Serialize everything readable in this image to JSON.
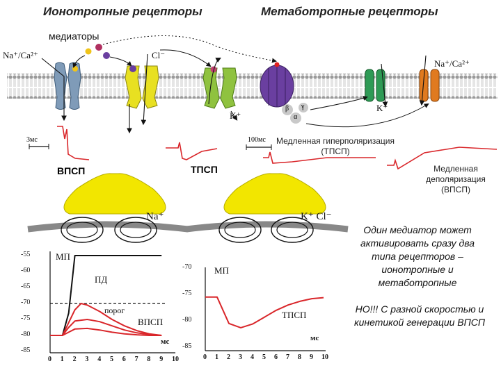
{
  "titles": {
    "ionotropic": "Ионотропные рецепторы",
    "metabotropic": "Метаботропные рецепторы"
  },
  "labels": {
    "mediators": "медиаторы",
    "na_ca_left": "Na⁺/Ca²⁺",
    "cl_top": "Cl⁻",
    "na_ca_right": "Na⁺/Ca²⁺",
    "k_mid": "K⁺",
    "k_right": "K⁺",
    "beta": "β",
    "gamma": "γ",
    "alpha": "α",
    "scale_3ms": "3мс",
    "scale_100ms": "100мс",
    "slow_hyper": "Медленная гиперполяризация (ТПСП)",
    "slow_depol": "Медленная деполяризация (ВПСП)",
    "epsp": "ВПСП",
    "ipsp": "ТПСП",
    "na_syn": "Na⁺",
    "k_cl_syn": "K⁺ Cl⁻"
  },
  "side_text": {
    "p1": "Один медиатор может активировать сразу два типа рецепторов – ионотропные и метаботропные",
    "p2": "НО!!! С разной скоростью и кинетикой генерации ВПСП"
  },
  "colors": {
    "red": "#d9262a",
    "receptor_blue": "#7f9bb8",
    "receptor_yellow": "#e8e021",
    "receptor_green": "#8fc23f",
    "receptor_purple": "#6a3fa0",
    "green_channel": "#2e9a55",
    "orange_channel": "#e07a1f",
    "membrane": "#8f8f8f"
  },
  "chart_data": [
    {
      "type": "line",
      "title": "",
      "xlabel": "мс",
      "ylabel": "",
      "x_ticks": [
        0,
        1,
        2,
        3,
        4,
        5,
        6,
        7,
        8,
        9,
        10
      ],
      "y_ticks": [
        -55,
        -60,
        -65,
        -70,
        -75,
        -80,
        -85
      ],
      "xlim": [
        0,
        10
      ],
      "ylim": [
        -85,
        -55
      ],
      "annotations": {
        "resting": "МП",
        "ap": "ПД",
        "threshold": "порог",
        "epsp": "ВПСП"
      },
      "threshold_value": -70,
      "series": [
        {
          "x": [
            0,
            1,
            1.5,
            2,
            3,
            4,
            5,
            6,
            7,
            8,
            9
          ],
          "y": [
            -80,
            -80,
            -73,
            -55,
            -55,
            -55,
            -55,
            -55,
            -55,
            -55,
            -55
          ],
          "color": "#111111"
        },
        {
          "x": [
            0,
            1,
            1.5,
            2,
            2.5,
            3,
            4,
            5,
            6,
            7,
            8,
            9
          ],
          "y": [
            -80,
            -80,
            -76,
            -72,
            -70,
            -70.5,
            -72.5,
            -75,
            -77,
            -78.5,
            -79.5,
            -80
          ],
          "color": "#d9262a"
        },
        {
          "x": [
            0,
            1,
            1.5,
            2,
            3,
            4,
            5,
            6,
            7,
            8,
            9
          ],
          "y": [
            -80,
            -80,
            -77.5,
            -75.5,
            -75,
            -75.7,
            -77,
            -78.3,
            -79.2,
            -79.7,
            -80
          ],
          "color": "#d9262a"
        },
        {
          "x": [
            0,
            1,
            1.5,
            2,
            3,
            4,
            5,
            6,
            7,
            8,
            9
          ],
          "y": [
            -80,
            -80,
            -79,
            -78,
            -77.8,
            -78.3,
            -79,
            -79.5,
            -79.8,
            -80,
            -80
          ],
          "color": "#d9262a"
        }
      ]
    },
    {
      "type": "line",
      "title": "",
      "xlabel": "мс",
      "ylabel": "",
      "x_ticks": [
        0,
        1,
        2,
        3,
        4,
        5,
        6,
        7,
        8,
        9,
        10
      ],
      "y_ticks": [
        -70,
        -75,
        -80,
        -85
      ],
      "xlim": [
        0,
        10
      ],
      "ylim": [
        -85,
        -70
      ],
      "annotations": {
        "resting": "МП",
        "ipsp": "ТПСП"
      },
      "series": [
        {
          "x": [
            0,
            1,
            1.5,
            2,
            3,
            4,
            5,
            6,
            7,
            8,
            9,
            10
          ],
          "y": [
            -75.5,
            -75.5,
            -78,
            -80.5,
            -81.3,
            -80.6,
            -79.3,
            -78,
            -77,
            -76.3,
            -75.8,
            -75.6
          ],
          "color": "#d9262a"
        }
      ]
    }
  ]
}
